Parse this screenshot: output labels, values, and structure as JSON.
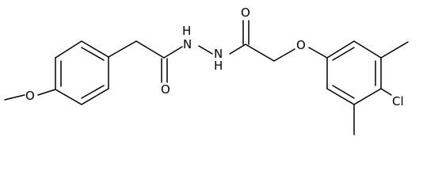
{
  "molecule": {
    "atoms": {
      "O_methoxy": "O",
      "O_carbonyl_left": "O",
      "NH_left": "H",
      "N_left": "N",
      "NH_right_H": "H",
      "N_right": "N",
      "O_carbonyl_right": "O",
      "O_ether": "O",
      "Cl_label": "Cl"
    }
  }
}
